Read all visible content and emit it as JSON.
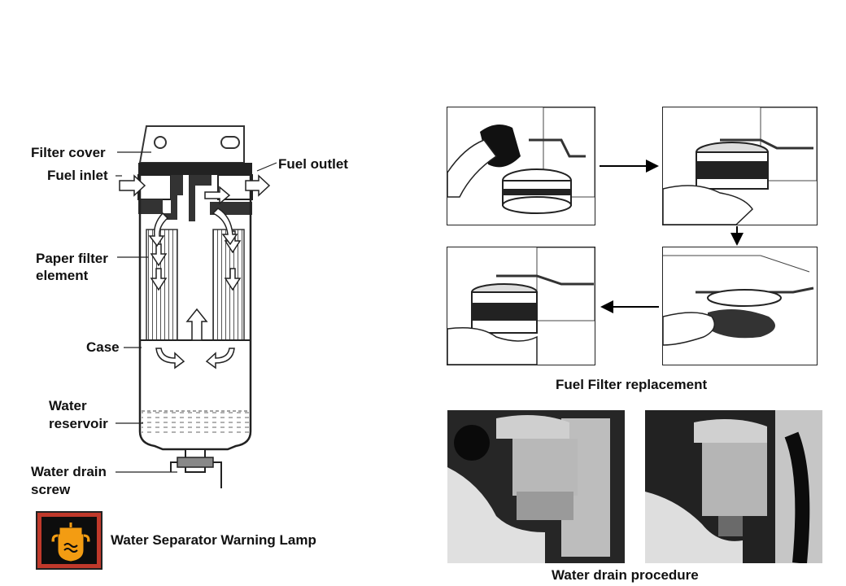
{
  "filter_diagram": {
    "labels": {
      "filter_cover": "Filter cover",
      "fuel_inlet": "Fuel inlet",
      "fuel_outlet": "Fuel outlet",
      "paper_filter_line1": "Paper filter",
      "paper_filter_line2": "element",
      "case": "Case",
      "water_reservoir_line1": "Water",
      "water_reservoir_line2": "reservoir",
      "drain_screw_line1": "Water drain",
      "drain_screw_line2": "screw"
    }
  },
  "warning_lamp": {
    "label": "Water Separator Warning Lamp",
    "lamp_color": "#f39c12",
    "frame_color": "#c0392b"
  },
  "replacement_sequence": {
    "caption": "Fuel Filter replacement",
    "steps": [
      "step-1",
      "step-2",
      "step-3",
      "step-4"
    ]
  },
  "drain_procedure": {
    "caption": "Water drain procedure"
  }
}
